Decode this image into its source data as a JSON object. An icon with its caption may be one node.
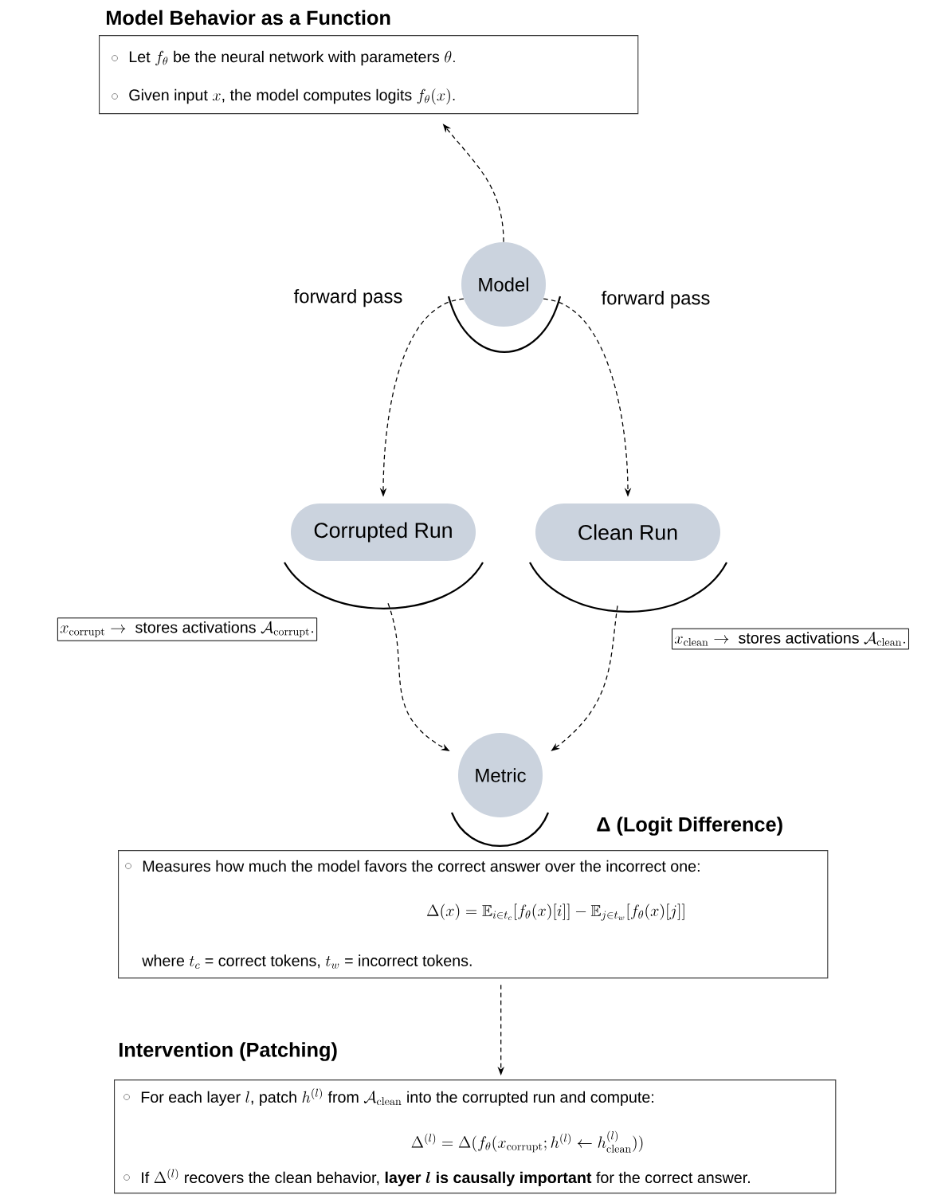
{
  "diagram": {
    "nodes": [
      {
        "text": [
          "Model Behavior as a Function",
          "\\text{Let } f_\\theta \\text{ be the neural network with parameters } \\theta.",
          "\\text{Given input } x\\text{, the model computes logits } f_\\theta(x)."
        ]
      },
      {
        "text": [
          "Model"
        ]
      },
      {
        "text": [
          "Corrupted Run"
        ]
      },
      {
        "text": [
          "Clean Run"
        ]
      },
      {
        "text": [
          "x_{\\mathrm{corrupt}} \\rightarrow \\text{ stores activations } \\mathcal{A}_{\\mathrm{corrupt}}."
        ]
      },
      {
        "text": [
          "x_{\\mathrm{clean}} \\rightarrow \\text{ stores activations } \\mathcal{A}_{\\mathrm{clean}}."
        ]
      },
      {
        "text": [
          "Metric"
        ]
      },
      {
        "text": [
          "Δ (Logit Difference)",
          "Measures how much the model favors the correct answer over the incorrect one:",
          "\\Delta(x) = \\mathbb{E}_{i\\in t_c}[f_\\theta(x)[i]] - \\mathbb{E}_{j\\in t_w}[f_\\theta(x)[j]]",
          "\\text{where } t_c \\text{ = correct tokens, } t_w \\text{ = incorrect tokens.}"
        ]
      },
      {
        "text": [
          "Intervention (Patching)",
          "\\text{For each layer } l\\text{, patch } h^{(l)} \\text{ from } \\mathcal{A}_{\\mathrm{clean}} \\text{ into the corrupted run and compute:}",
          "\\Delta^{(l)} = \\Delta(f_\\theta(x_{\\mathrm{corrupt}}; h^{(l)} \\leftarrow h^{(l)}_{\\mathrm{clean}}))",
          "\\text{If } \\Delta^{(l)} \\text{ recovers the clean behavior, } \\textbf{layer } \\boldsymbol{l} \\textbf{ is causally important} \\text{ for the correct answer.}"
        ]
      }
    ],
    "edges": [
      {
        "from": 1,
        "to": 0,
        "arrow": "to"
      },
      {
        "from": 1,
        "to": 2,
        "arrow": "to",
        "label": "forward pass"
      },
      {
        "from": 1,
        "to": 3,
        "arrow": "to",
        "label": "forward pass"
      },
      {
        "from": 2,
        "to": 6,
        "arrow": "to"
      },
      {
        "from": 3,
        "to": 6,
        "arrow": "to"
      },
      {
        "from": 7,
        "to": 8,
        "arrow": "to"
      }
    ]
  }
}
